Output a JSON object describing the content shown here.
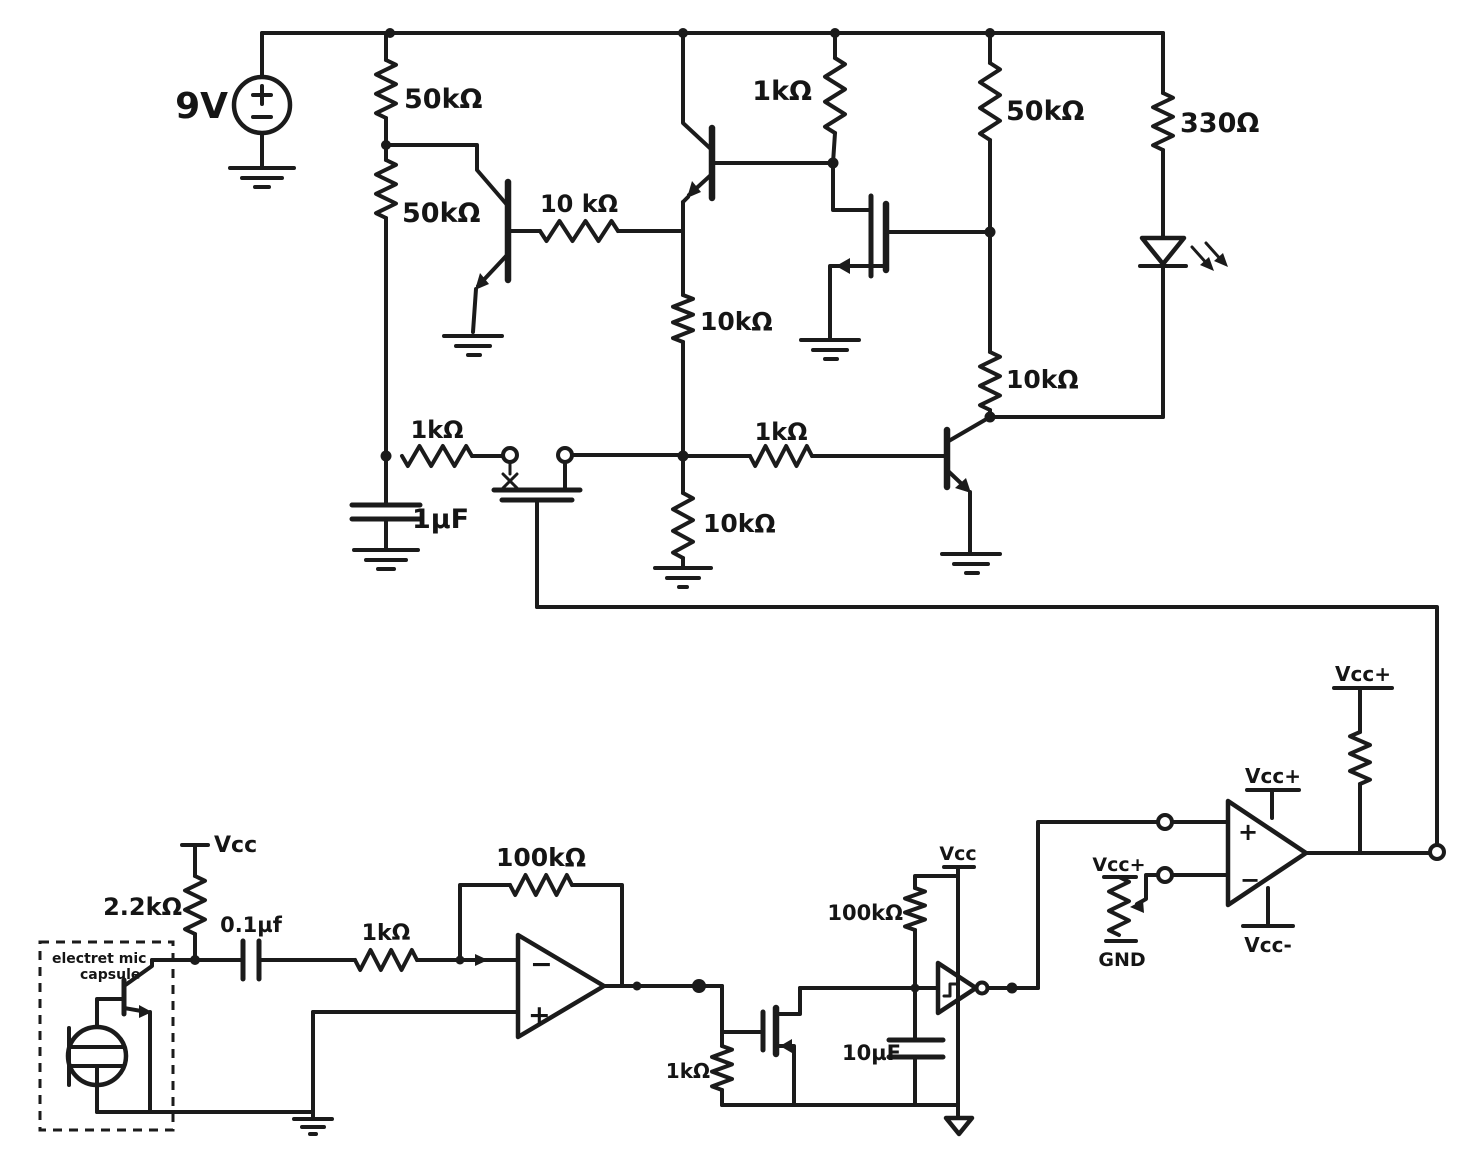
{
  "top": {
    "battery": "9V",
    "r_divider_upper": "50kΩ",
    "r_divider_lower": "50kΩ",
    "r_q1_base": "10 kΩ",
    "r_1k_top": "1kΩ",
    "r_10k_mid_upper": "10kΩ",
    "r_50k_right": "50kΩ",
    "r_330_led": "330Ω",
    "r_10k_right_lower": "10kΩ",
    "r_1k_gate": "1kΩ",
    "c_1uf": "1µF",
    "r_10k_mid_lower": "10kΩ",
    "r_1k_q3_base": "1kΩ"
  },
  "bottom": {
    "vcc_mic": "Vcc",
    "r_mic_bias": "2.2kΩ",
    "mic_label_line1": "electret mic",
    "mic_label_line2": "capsule",
    "c_coupling": "0.1µf",
    "r_opamp_input": "1kΩ",
    "r_feedback": "100kΩ",
    "opamp_minus": "−",
    "opamp_plus": "+",
    "r_gate_pulldown": "1kΩ",
    "r_envelope": "100kΩ",
    "c_envelope": "10µF",
    "vcc_inverter": "Vcc",
    "comp_plus": "+",
    "comp_minus": "−",
    "threshold_pot_vcc": "Vcc+",
    "threshold_pot_gnd": "GND",
    "comp_vcc_plus": "Vcc+",
    "comp_vcc_minus": "Vcc-",
    "pullup_vcc": "Vcc+"
  }
}
